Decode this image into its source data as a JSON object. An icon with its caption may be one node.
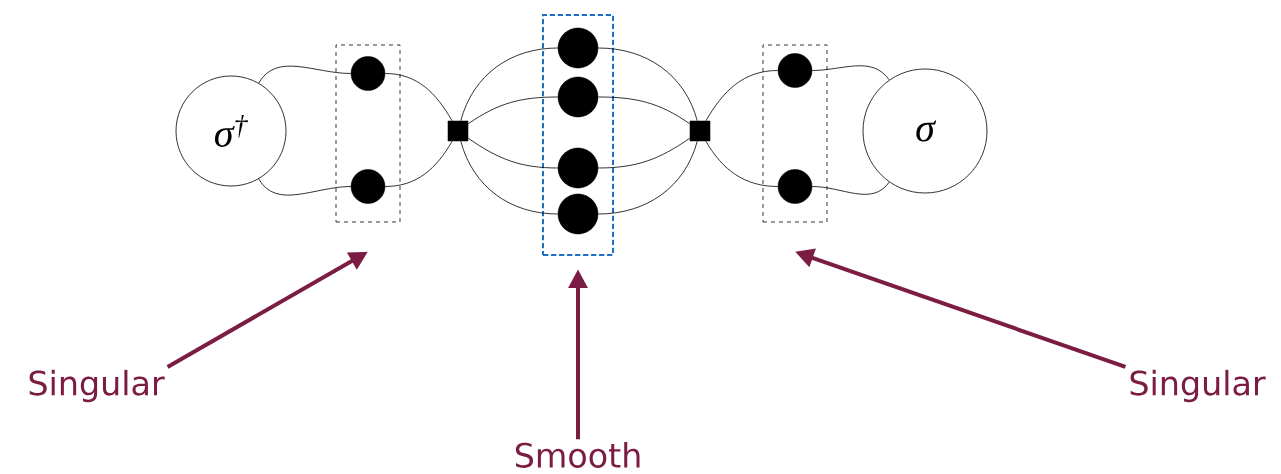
{
  "diagram": {
    "nodes": [
      {
        "text": [
          "σ$^{†}$"
        ]
      },
      {
        "text": [],
        "shape": "box"
      },
      {
        "text": [],
        "shape": "circle",
        "in": 1
      },
      {
        "text": [],
        "shape": "circle",
        "in": 1
      },
      {
        "text": [],
        "shape": "square"
      },
      {
        "text": [],
        "shape": "box"
      },
      {
        "text": [],
        "shape": "circle",
        "in": 5
      },
      {
        "text": [],
        "shape": "circle",
        "in": 5
      },
      {
        "text": [],
        "shape": "circle",
        "in": 5
      },
      {
        "text": [],
        "shape": "circle",
        "in": 5
      },
      {
        "text": [],
        "shape": "square"
      },
      {
        "text": [],
        "shape": "box"
      },
      {
        "text": [],
        "shape": "circle",
        "in": 11
      },
      {
        "text": [],
        "shape": "circle",
        "in": 11
      },
      {
        "text": [
          "σ"
        ]
      },
      {
        "text": [
          "Singular"
        ]
      },
      {
        "text": [
          "Smooth"
        ]
      },
      {
        "text": [
          "Singular"
        ]
      }
    ],
    "edges": [
      {
        "from": 0,
        "to": 2,
        "arrow": "none"
      },
      {
        "from": 0,
        "to": 3,
        "arrow": "none"
      },
      {
        "from": 2,
        "to": 4,
        "arrow": "none"
      },
      {
        "from": 3,
        "to": 4,
        "arrow": "none"
      },
      {
        "from": 4,
        "to": 6,
        "arrow": "none"
      },
      {
        "from": 4,
        "to": 7,
        "arrow": "none"
      },
      {
        "from": 4,
        "to": 8,
        "arrow": "none"
      },
      {
        "from": 4,
        "to": 9,
        "arrow": "none"
      },
      {
        "from": 6,
        "to": 10,
        "arrow": "none"
      },
      {
        "from": 7,
        "to": 10,
        "arrow": "none"
      },
      {
        "from": 8,
        "to": 10,
        "arrow": "none"
      },
      {
        "from": 9,
        "to": 10,
        "arrow": "none"
      },
      {
        "from": 10,
        "to": 12,
        "arrow": "none"
      },
      {
        "from": 10,
        "to": 13,
        "arrow": "none"
      },
      {
        "from": 12,
        "to": 14,
        "arrow": "none"
      },
      {
        "from": 13,
        "to": 14,
        "arrow": "none"
      },
      {
        "from": 15,
        "to": 1,
        "arrow": "to",
        "style": "thick",
        "color": "#7b1c43"
      },
      {
        "from": 16,
        "to": 5,
        "arrow": "to",
        "style": "thick",
        "color": "#7b1c43"
      },
      {
        "from": 17,
        "to": 11,
        "arrow": "to",
        "style": "thick",
        "color": "#7b1c43"
      }
    ]
  }
}
